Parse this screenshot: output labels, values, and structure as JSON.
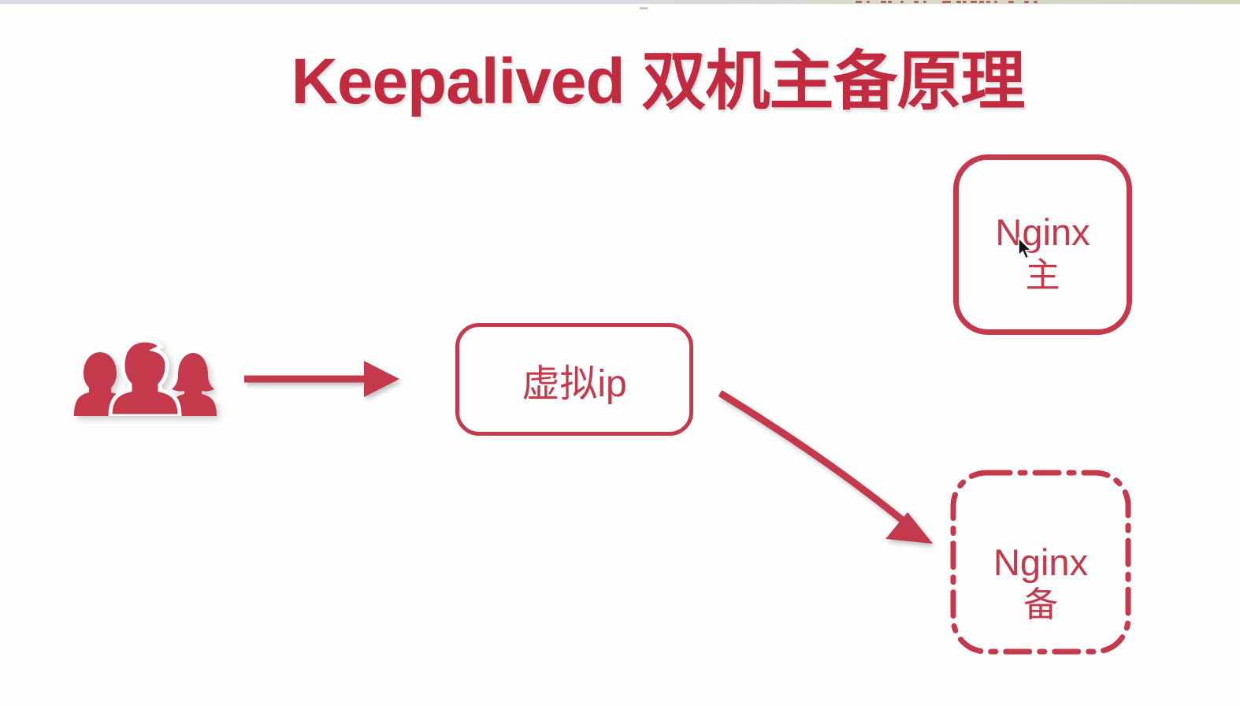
{
  "slide": {
    "title": "Keepalived 双机主备原理"
  },
  "colors": {
    "accent_red": "#c4394b",
    "title_red": "#c22a40",
    "background": "#fefefe",
    "top_strip_left": "#d7dae0",
    "top_strip_right": "#d2d3bd"
  },
  "nodes": {
    "clients": {
      "icon": "users-group-icon"
    },
    "virtual_ip": {
      "label": "虚拟ip",
      "border_style": "solid"
    },
    "nginx_master": {
      "name": "Nginx",
      "role": "主",
      "border_style": "solid"
    },
    "nginx_backup": {
      "name": "Nginx",
      "role": "备",
      "border_style": "dash-dot"
    }
  },
  "edges": [
    {
      "from": "clients",
      "to": "virtual_ip",
      "style": "solid-arrow"
    },
    {
      "from": "virtual_ip",
      "to": "nginx_backup",
      "style": "solid-arrow"
    }
  ],
  "top_strip": {
    "description": "cut-off red text fragments from window above",
    "fragments": [
      [
        1086,
        8
      ],
      [
        1100,
        4
      ],
      [
        1118,
        7
      ],
      [
        1127,
        5
      ],
      [
        1143,
        4
      ],
      [
        1160,
        6
      ],
      [
        1172,
        4
      ],
      [
        1196,
        11
      ],
      [
        1214,
        6
      ],
      [
        1222,
        5
      ],
      [
        1232,
        8
      ],
      [
        1243,
        6
      ],
      [
        1252,
        5
      ],
      [
        1262,
        4
      ],
      [
        1280,
        7
      ],
      [
        1300,
        6
      ],
      [
        1312,
        5
      ]
    ]
  }
}
